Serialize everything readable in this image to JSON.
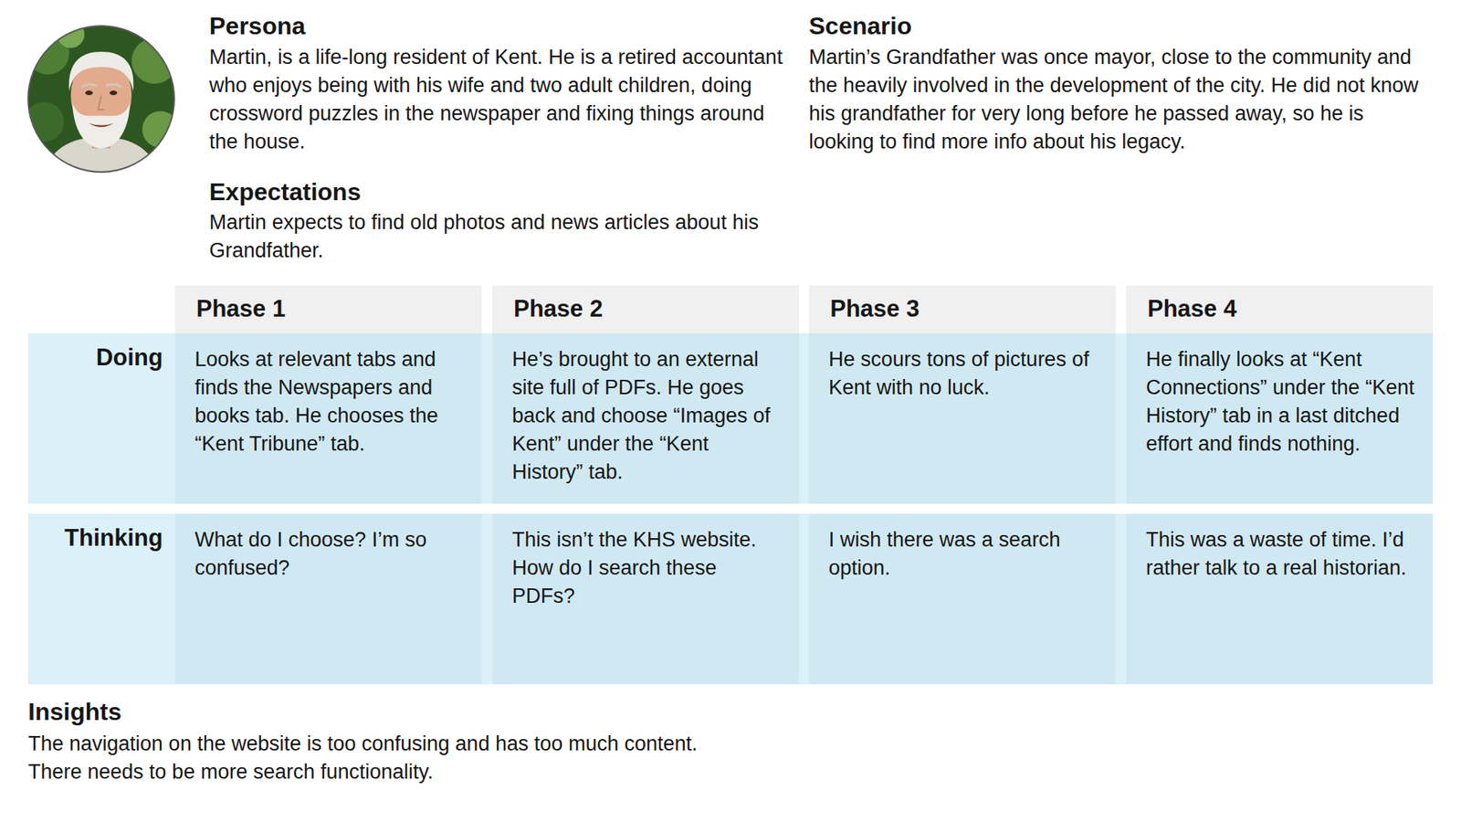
{
  "diagram": {
    "nodes": [
      {
        "text": [
          "Phase 1"
        ]
      },
      {
        "text": [
          "Phase 2"
        ]
      },
      {
        "text": [
          "Phase 3"
        ]
      },
      {
        "text": [
          "Phase 4"
        ]
      },
      {
        "text": [
          "Doing"
        ]
      },
      {
        "text": [
          "Looks at relevant tabs and finds the Newspapers and books tab. He chooses the “Kent Tribune” tab."
        ],
        "in": 4
      },
      {
        "text": [
          "He’s brought to an external site full of PDFs. He goes back and choose “Images of Kent” under the “Kent History” tab."
        ],
        "in": 4
      },
      {
        "text": [
          "He scours tons of pictures of Kent with no luck."
        ],
        "in": 4
      },
      {
        "text": [
          "He finally looks at “Kent Connections” under the “Kent History” tab in a last ditched effort and finds nothing."
        ],
        "in": 4
      },
      {
        "text": [
          "Thinking"
        ]
      },
      {
        "text": [
          "What do I choose? I’m so confused?"
        ],
        "in": 9
      },
      {
        "text": [
          "This isn’t the KHS website. How do I search these PDFs?"
        ],
        "in": 9
      },
      {
        "text": [
          "I wish there was a search option."
        ],
        "in": 9
      },
      {
        "text": [
          "This was a waste of time. I’d rather talk to a real historian."
        ],
        "in": 9
      }
    ],
    "labels": [
      "Persona",
      "Martin, is a life-long resident of Kent. He is a retired accountant who enjoys being with his wife and two adult children, doing crossword puzzles in the newspaper and fixing things around the house.",
      "Expectations",
      "Martin expects to find old photos and news articles about his Grandfather.",
      "Scenario",
      "Martin’s Grandfather was once mayor, close to the community and the heavily involved in the development of the city. He did not know his grandfather for very long before he passed away, so he is looking to find more info about his legacy.",
      "Insights",
      "The navigation on the website is too confusing and has too much content.",
      "There needs to be more search functionality."
    ]
  }
}
